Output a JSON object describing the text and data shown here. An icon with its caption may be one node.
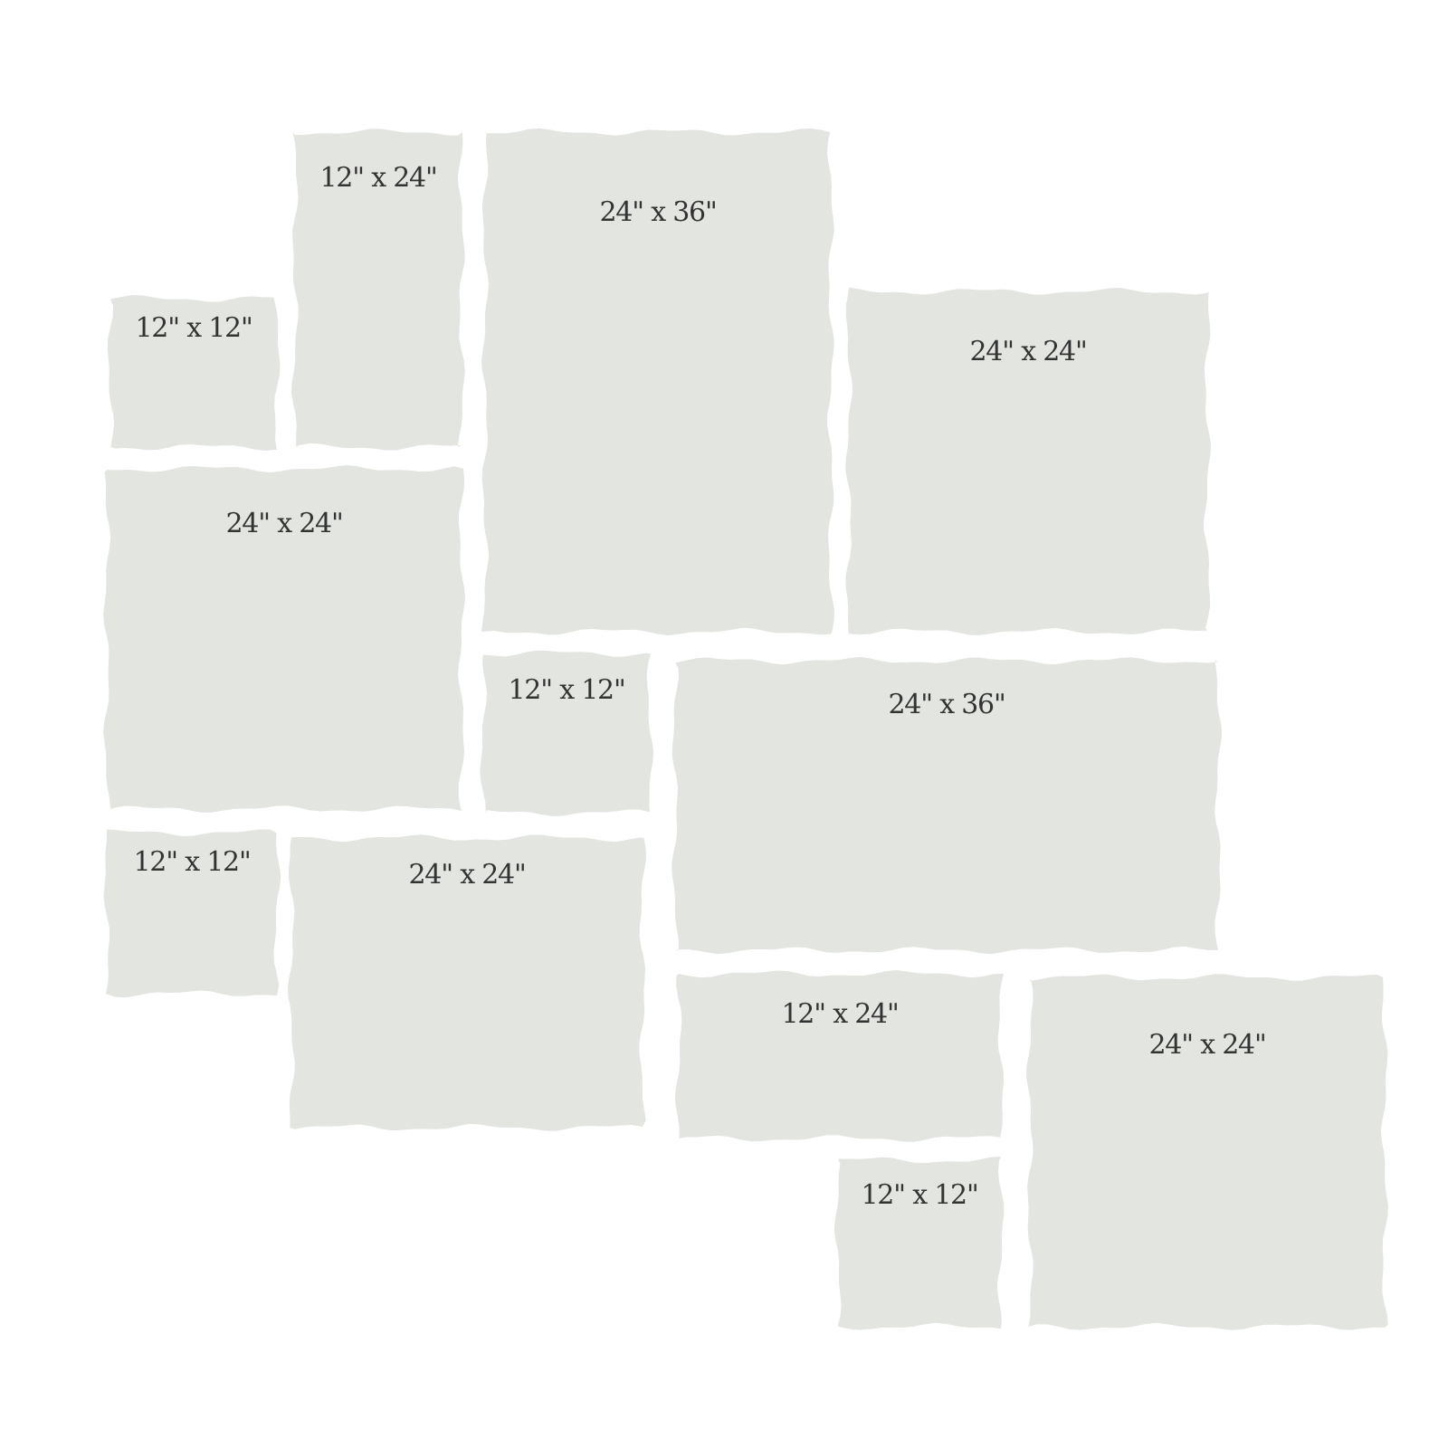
{
  "diagram": {
    "nodes": [
      {
        "text": [
          "12\" x 24\""
        ]
      },
      {
        "text": [
          "24\" x 36\""
        ]
      },
      {
        "text": [
          "12\" x 12\""
        ]
      },
      {
        "text": [
          "24\" x 24\""
        ]
      },
      {
        "text": [
          "24\" x 24\""
        ]
      },
      {
        "text": [
          "12\" x 12\""
        ]
      },
      {
        "text": [
          "24\" x 36\""
        ]
      },
      {
        "text": [
          "12\" x 12\""
        ]
      },
      {
        "text": [
          "24\" x 24\""
        ]
      },
      {
        "text": [
          "12\" x 24\""
        ]
      },
      {
        "text": [
          "24\" x 24\""
        ]
      },
      {
        "text": [
          "12\" x 12\""
        ]
      }
    ]
  }
}
